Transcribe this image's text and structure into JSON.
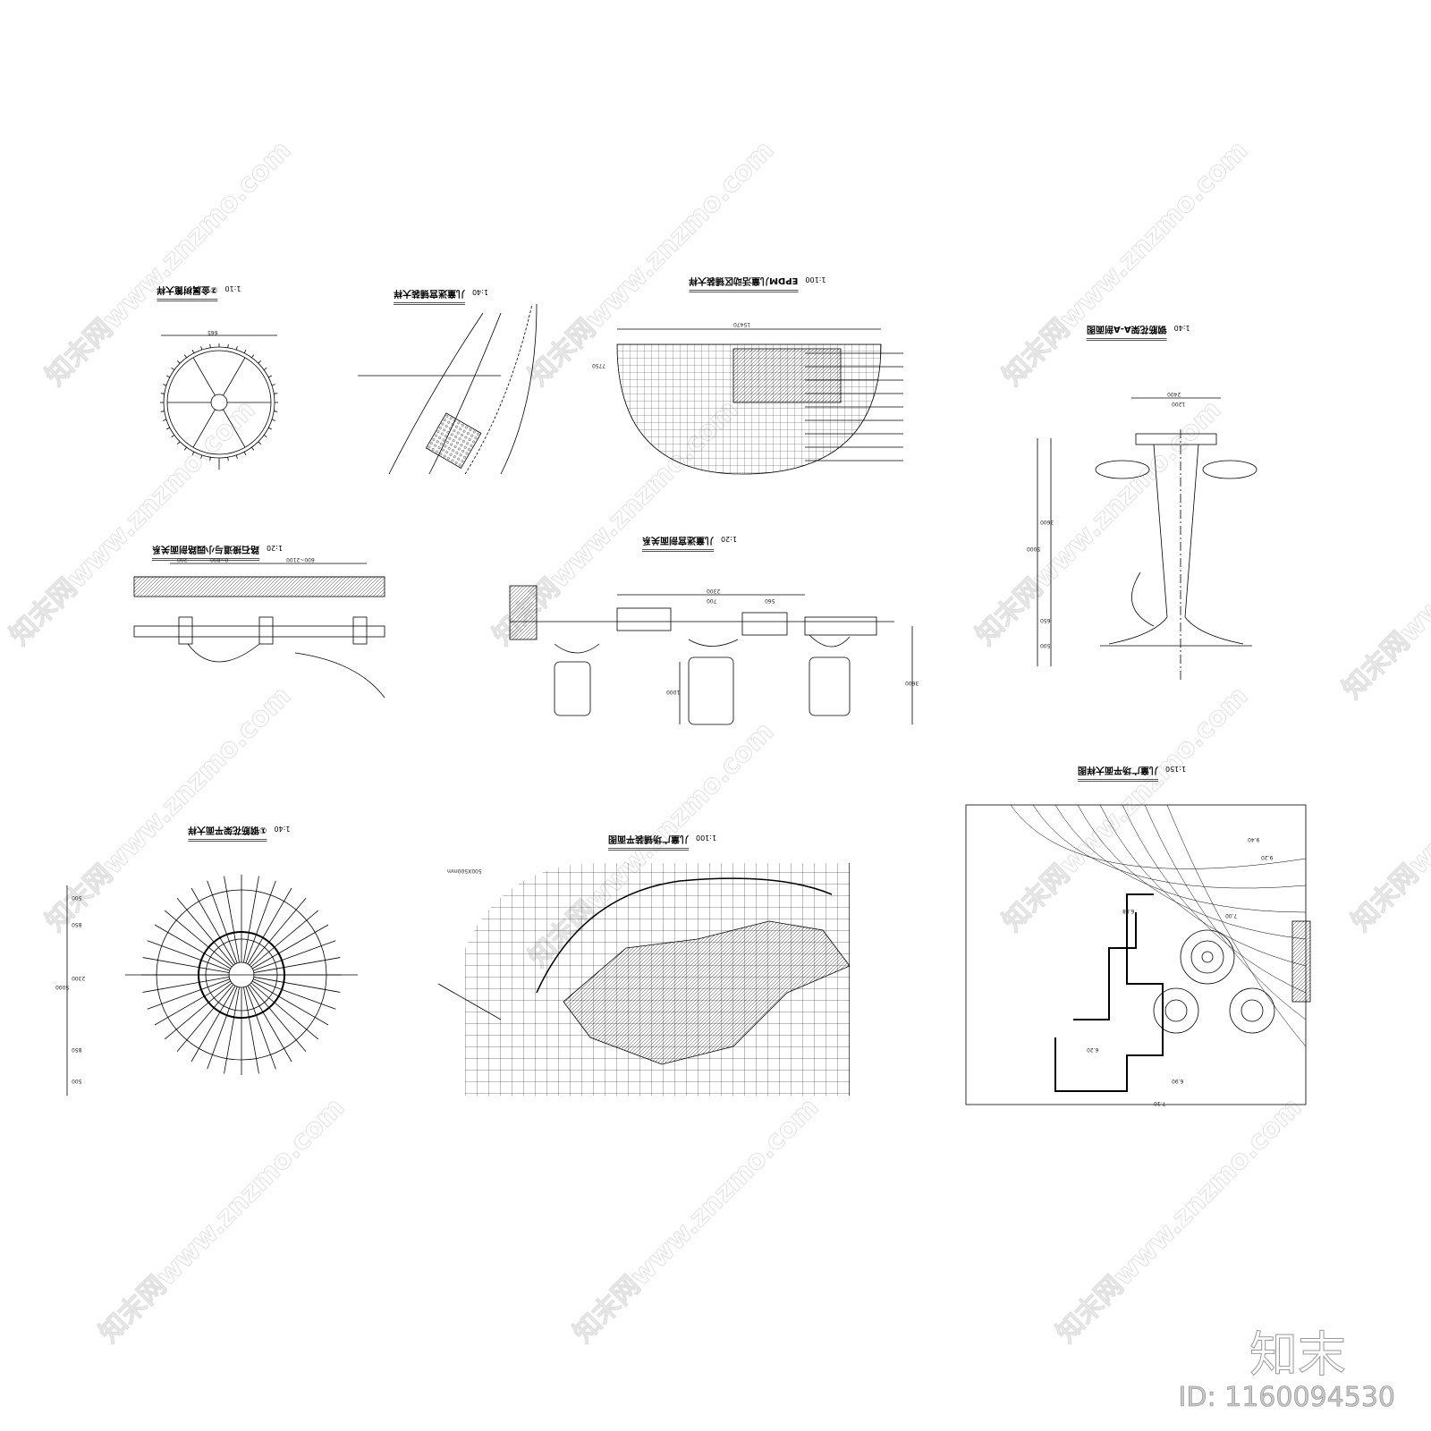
{
  "watermark": {
    "text": "知末网www.znzmo.com"
  },
  "branding": {
    "logo": "知末",
    "id_label": "ID: 1160094530"
  },
  "drawings": [
    {
      "key": "tree_grate",
      "title": "②金属树篦大样",
      "scale": "1:10",
      "dims": [
        "665"
      ]
    },
    {
      "key": "maze_paving",
      "title": "儿童迷宫铺装大样",
      "scale": "1:40"
    },
    {
      "key": "epdm_paving",
      "title": "EPDM儿童活动区铺装大样",
      "scale": "1:100",
      "dims": [
        "15470",
        "7750"
      ]
    },
    {
      "key": "trellis_section",
      "title": "钢筋花架A-A剖面图",
      "scale": "1:40",
      "dims": [
        "2400",
        "1200",
        "5000",
        "3600",
        "650",
        "500"
      ]
    },
    {
      "key": "curb_section",
      "title": "路石接道与小园路剖面关系",
      "scale": "1:20",
      "dims": [
        "200",
        "0~800",
        "600~2100"
      ]
    },
    {
      "key": "maze_section",
      "title": "儿童迷宫剖面关系",
      "scale": "1:20",
      "dims": [
        "2300",
        "700",
        "560",
        "1000",
        "3600"
      ]
    },
    {
      "key": "trellis_plan",
      "title": "①钢筋花架平面大样",
      "scale": "1:40",
      "dims": [
        "500",
        "850",
        "2300",
        "850",
        "500",
        "5000"
      ]
    },
    {
      "key": "plaza_paving",
      "title": "儿童广场铺装平面图",
      "scale": "1:100",
      "notes": [
        "500X500mm"
      ]
    },
    {
      "key": "plaza_plan",
      "title": "儿童广场平面大样图",
      "scale": "1:150",
      "levels": [
        "9.40",
        "9.20",
        "7.00",
        "6.88",
        "6.90",
        "7.10",
        "6.20"
      ]
    }
  ]
}
